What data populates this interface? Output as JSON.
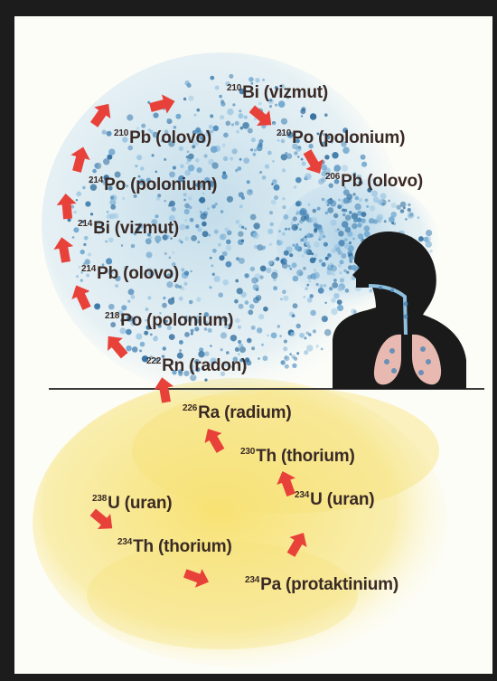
{
  "colors": {
    "frame": "#1c1c1c",
    "panel": "#fdfdf8",
    "air_dots": [
      "#4a87b8",
      "#6ea6cf",
      "#9cc6e2",
      "#2f6d9e"
    ],
    "soil": "#f6e37a",
    "arrow": "#e8413a",
    "label": "#3a2a26",
    "silhouette": "#1a1a1a",
    "lungs": "#e8b9b0"
  },
  "decay_chain": {
    "isotopes": [
      {
        "mass": "238",
        "symbol": "U",
        "name": "(uran)"
      },
      {
        "mass": "234",
        "symbol": "Th",
        "name": "(thorium)"
      },
      {
        "mass": "234",
        "symbol": "Pa",
        "name": "(protaktinium)"
      },
      {
        "mass": "234",
        "symbol": "U",
        "name": "(uran)"
      },
      {
        "mass": "230",
        "symbol": "Th",
        "name": "(thorium)"
      },
      {
        "mass": "226",
        "symbol": "Ra",
        "name": "(radium)"
      },
      {
        "mass": "222",
        "symbol": "Rn",
        "name": "(radon)"
      },
      {
        "mass": "218",
        "symbol": "Po",
        "name": "(polonium)"
      },
      {
        "mass": "214",
        "symbol": "Pb",
        "name": "(olovo)"
      },
      {
        "mass": "214",
        "symbol": "Bi",
        "name": "(vizmut)"
      },
      {
        "mass": "214",
        "symbol": "Po",
        "name": "(polonium)"
      },
      {
        "mass": "210",
        "symbol": "Pb",
        "name": "(olovo)"
      },
      {
        "mass": "210",
        "symbol": "Bi",
        "name": "(vizmut)"
      },
      {
        "mass": "210",
        "symbol": "Po",
        "name": "(polonium)"
      },
      {
        "mass": "206",
        "symbol": "Pb",
        "name": "(olovo)"
      }
    ]
  },
  "icons": {
    "person": "person-inhaling-silhouette-icon",
    "lungs": "lungs-icon",
    "arrow": "decay-arrow-icon"
  }
}
